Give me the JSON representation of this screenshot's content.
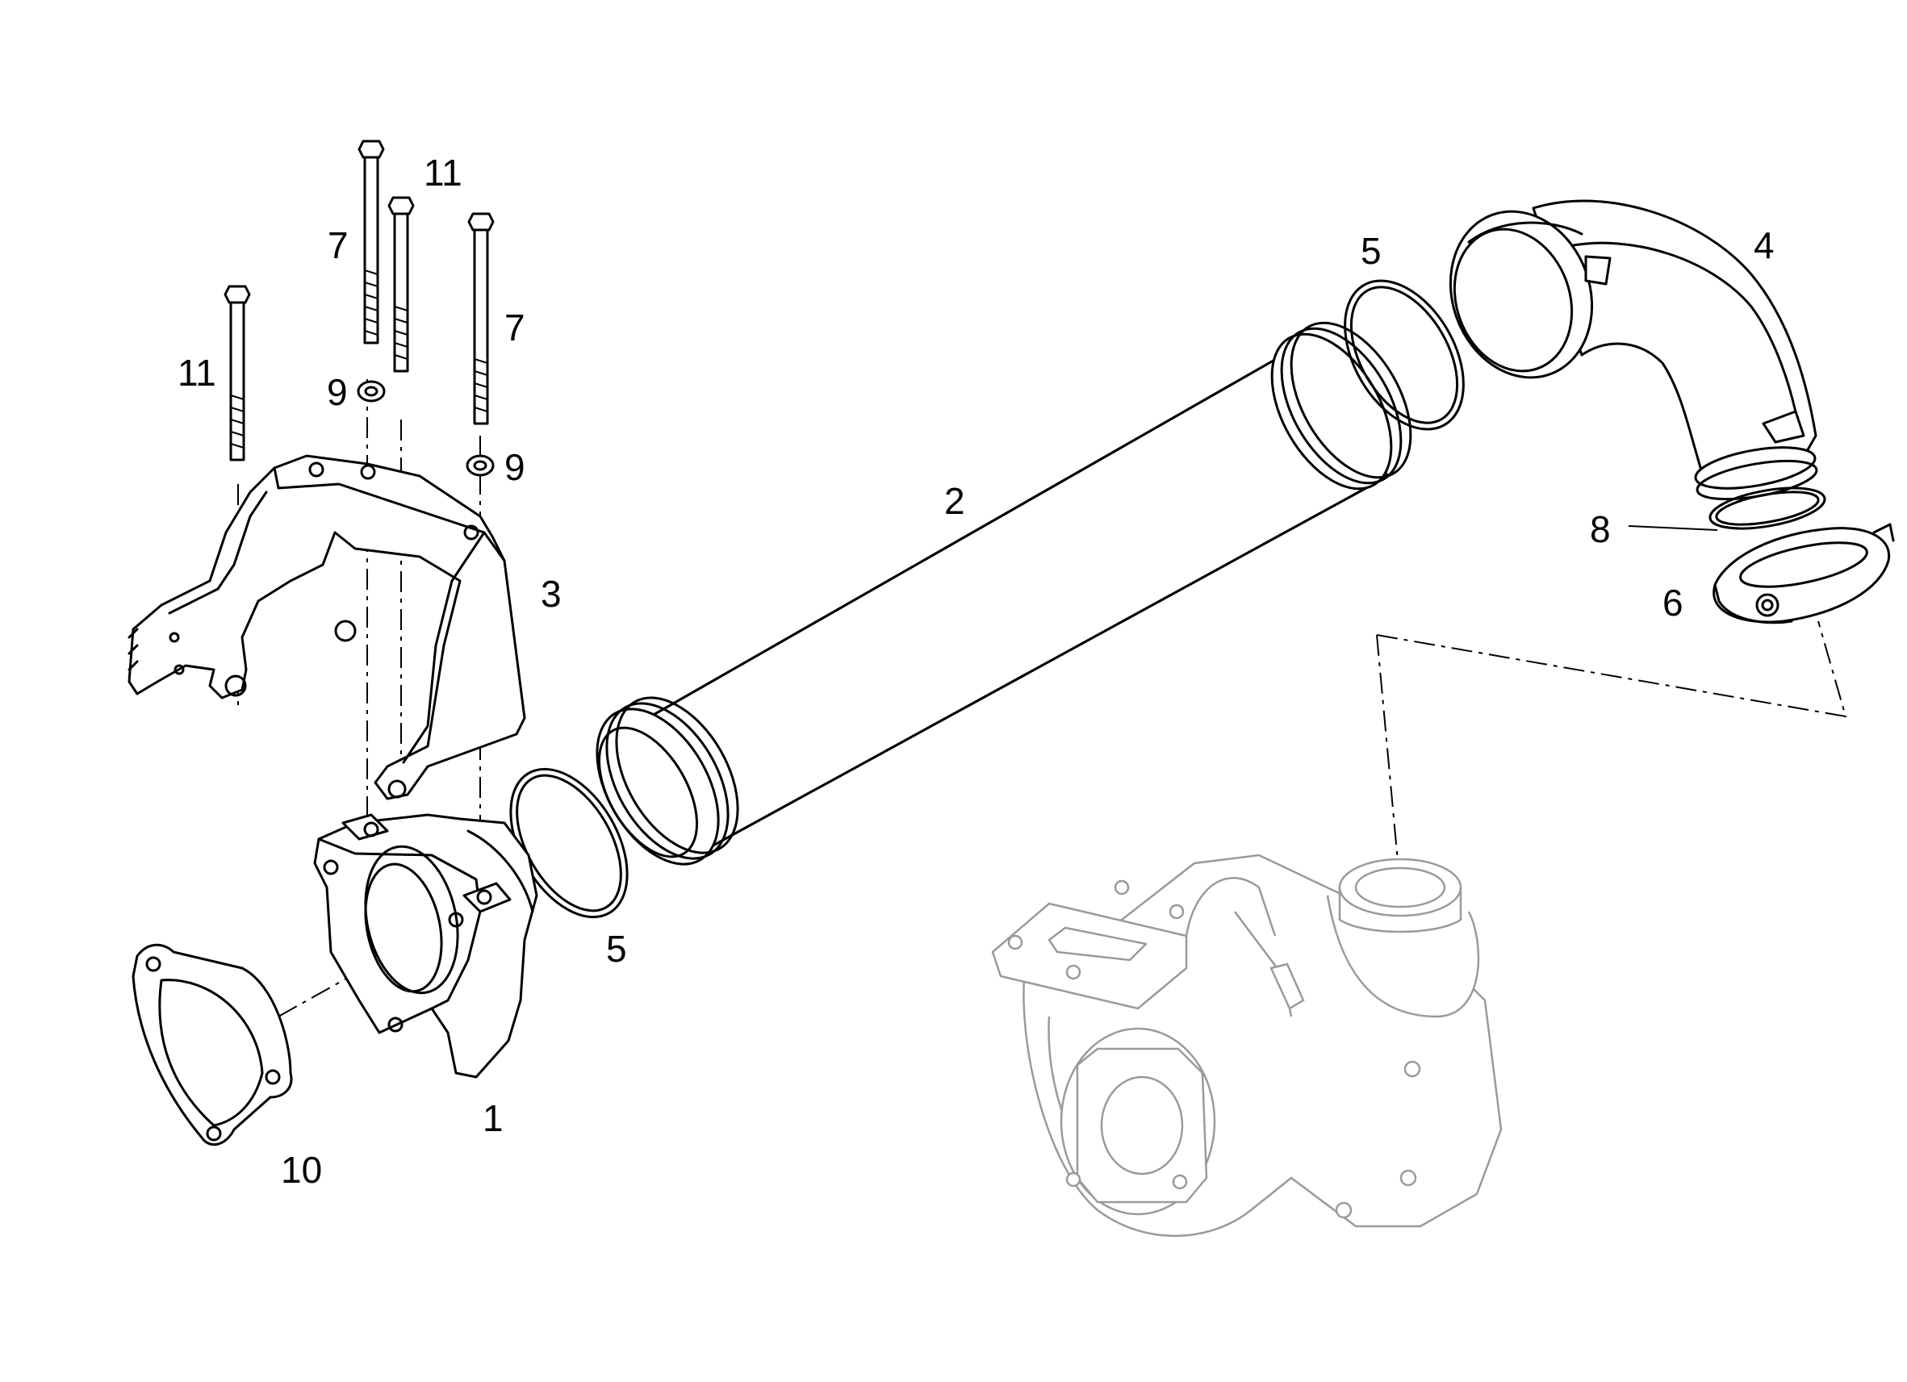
{
  "callouts": {
    "housing": "1",
    "tube": "2",
    "bracket": "3",
    "elbow": "4",
    "seal_ring_right": "5",
    "seal_ring_left": "5",
    "clamp": "6",
    "bolt_long_center": "7",
    "bolt_long_right": "7",
    "o_ring": "8",
    "washer_left": "9",
    "washer_right": "9",
    "gasket": "10",
    "bolt_left": "11",
    "bolt_center": "11"
  }
}
